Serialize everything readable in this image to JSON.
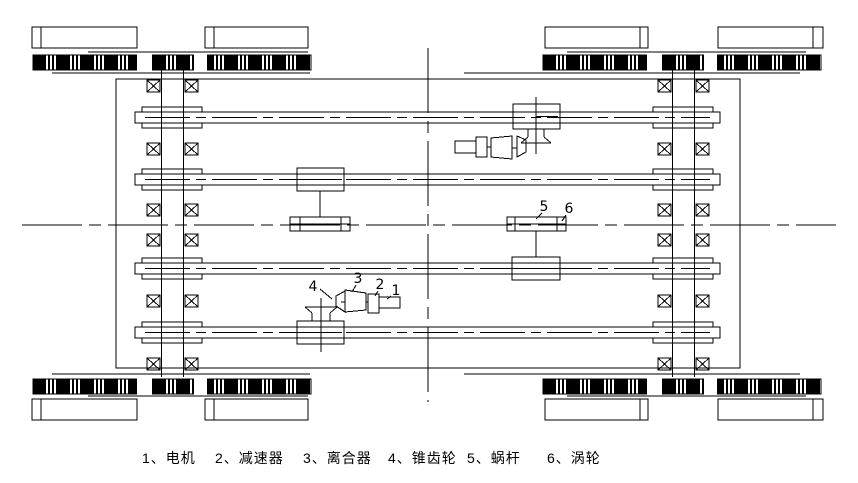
{
  "drawing": {
    "type": "mechanical-transmission-plan",
    "background_color": "#ffffff",
    "line_color": "#000000",
    "callouts": {
      "motor": "1",
      "reducer": "2",
      "clutch": "3",
      "bevel_gear": "4",
      "worm": "5",
      "worm_wheel": "6"
    },
    "legend": {
      "items": [
        "1、电机",
        "2、减速器",
        "3、离合器",
        "4、锥齿轮",
        "5、蜗杆",
        "6、涡轮"
      ]
    }
  }
}
